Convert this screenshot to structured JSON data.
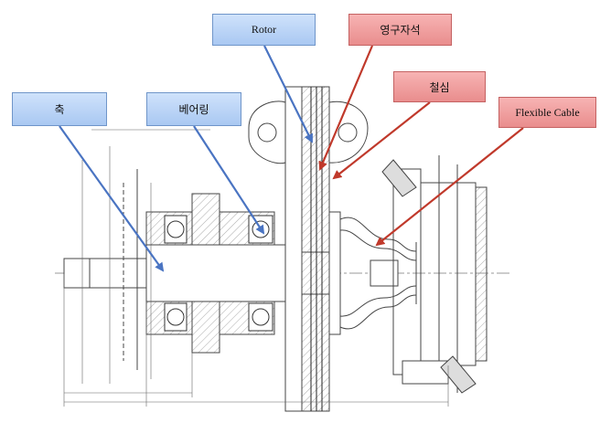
{
  "labels": {
    "shaft": "축",
    "bearing": "베어링",
    "rotor": "Rotor",
    "magnet": "영구자석",
    "core": "철심",
    "cable": "Flexible Cable"
  },
  "colors": {
    "blue_callout": "#b9d3f6",
    "red_callout": "#f0a0a0",
    "blue_arrow": "#4a74c2",
    "red_arrow": "#c0392b",
    "drawing_line": "#444444"
  }
}
